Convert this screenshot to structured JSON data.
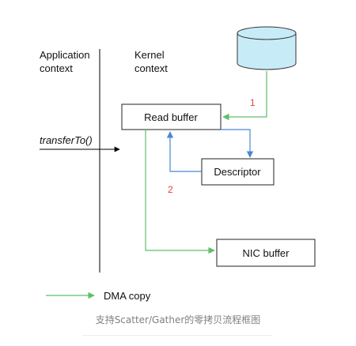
{
  "diagram": {
    "app_context": {
      "line1": "Application",
      "line2": "context"
    },
    "kernel_context": {
      "line1": "Kernel",
      "line2": "context"
    },
    "nodes": {
      "read_buffer": "Read buffer",
      "descriptor": "Descriptor",
      "nic_buffer": "NIC buffer",
      "disk": "disk-cylinder-icon"
    },
    "call_label": "transferTo()",
    "steps": {
      "step1": "1",
      "step2": "2"
    },
    "legend": {
      "label": "DMA copy"
    },
    "colors": {
      "dma": "#5dbf6a",
      "descriptor_flow": "#4a88d0",
      "step_number": "#e8413a",
      "disk_fill": "#c8ecf7",
      "box_border": "#222222"
    }
  },
  "caption": "支持Scatter/Gather的零拷贝流程框图"
}
